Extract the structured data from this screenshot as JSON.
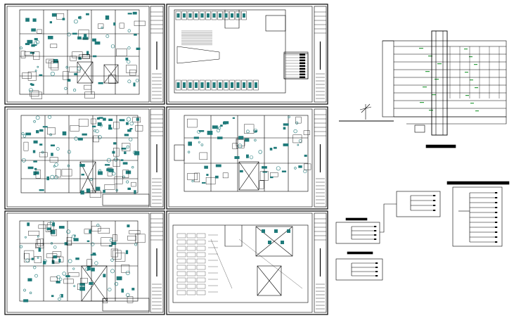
{
  "drawing": {
    "type": "architectural CAD sheet set",
    "colors": {
      "line": "#000000",
      "fixture": "#1f7a7a",
      "accent_green": "#2e9e3e",
      "background": "#ffffff"
    },
    "sheets": [
      {
        "id": "sheet-1",
        "content": "floor-plan"
      },
      {
        "id": "sheet-2",
        "content": "parking-plan"
      },
      {
        "id": "sheet-3",
        "content": "floor-plan"
      },
      {
        "id": "sheet-4",
        "content": "floor-plan"
      },
      {
        "id": "sheet-5",
        "content": "floor-plan"
      },
      {
        "id": "sheet-6",
        "content": "parking-plan"
      }
    ],
    "panels": [
      {
        "id": "section-elevation",
        "content": "building-section"
      },
      {
        "id": "riser-diagram-1",
        "content": "single-line-diagram"
      },
      {
        "id": "riser-diagram-2",
        "content": "single-line-diagram"
      },
      {
        "id": "riser-diagram-3",
        "content": "single-line-diagram"
      },
      {
        "id": "riser-diagram-4",
        "content": "single-line-diagram"
      }
    ]
  }
}
